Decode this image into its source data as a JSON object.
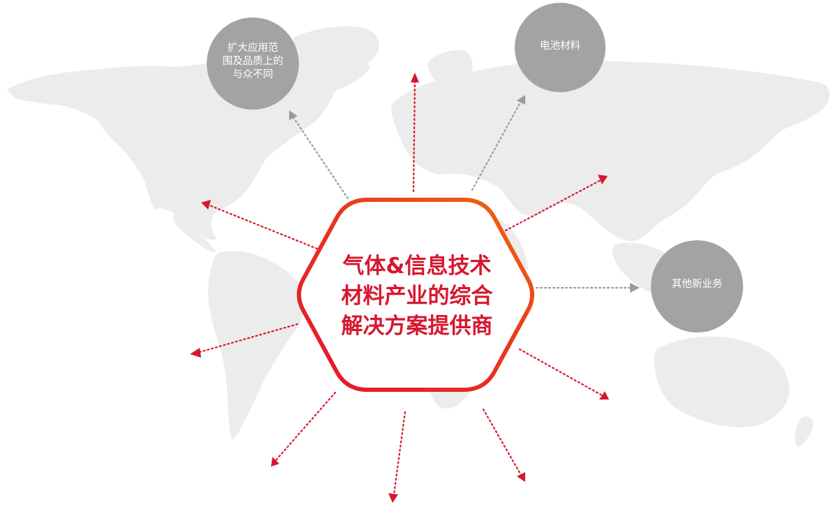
{
  "hub": {
    "lines": [
      "气体&信息技术",
      "材料产业的综合",
      "解决方案提供商"
    ]
  },
  "bubbles": {
    "expand": {
      "lines": [
        "扩大应用范",
        "围及品质上的",
        "与众不同"
      ]
    },
    "battery": {
      "lines": [
        "电池材料"
      ]
    },
    "other": {
      "lines": [
        "其他新业务"
      ]
    }
  },
  "colors": {
    "map": "#ececec",
    "bubble": "#a3a3a3",
    "bubble_arrow": "#9b9b9b",
    "red_arrow": "#d7172f",
    "gradient_start": "#e3142f",
    "gradient_end": "#ee6a10"
  }
}
